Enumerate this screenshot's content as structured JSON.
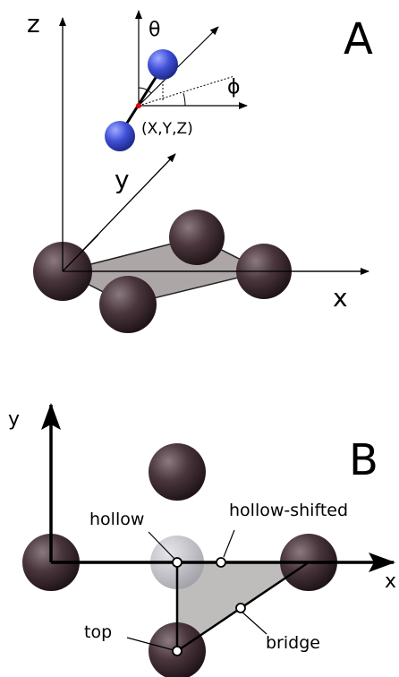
{
  "panel_a": {
    "letter": "A",
    "axis_z": "z",
    "axis_y": "y",
    "axis_x": "x",
    "theta": "θ",
    "phi": "ϕ",
    "position": "(X,Y,Z)"
  },
  "panel_b": {
    "letter": "B",
    "axis_y": "y",
    "axis_x": "x",
    "sites": {
      "hollow": "hollow",
      "hollow_shifted": "hollow-shifted",
      "top": "top",
      "bridge": "bridge"
    }
  },
  "colors": {
    "substrate_atom": "#3a2a2e",
    "adsorbate_atom": "#2f43c9",
    "surface_cell": "#9e9696",
    "center_point": "#e00000"
  }
}
